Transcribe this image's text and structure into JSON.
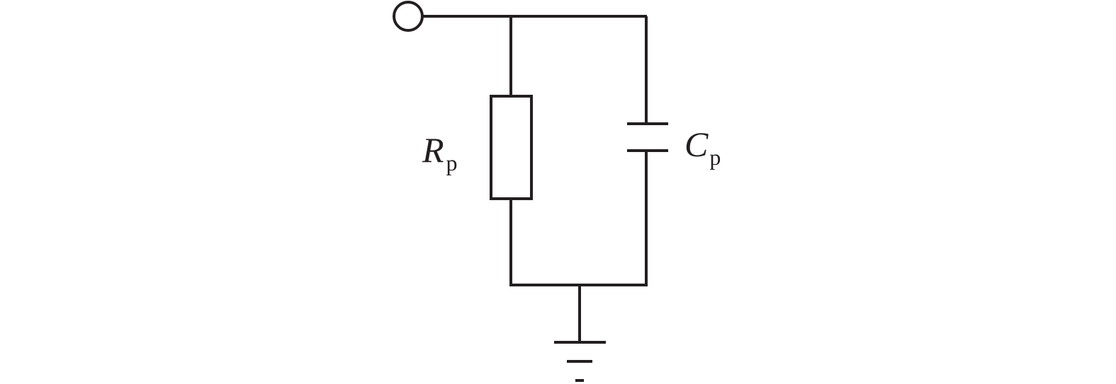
{
  "resistor": {
    "symbol": "R",
    "subscript": "p"
  },
  "capacitor": {
    "symbol": "C",
    "subscript": "p"
  },
  "colors": {
    "line": "#231f20",
    "background": "#ffffff"
  }
}
